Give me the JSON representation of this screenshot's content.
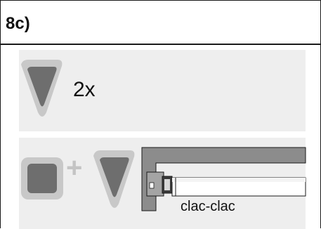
{
  "step": {
    "label": "8c)"
  },
  "panel_press": {
    "icon": "down-triangle-button-icon",
    "count": "2x"
  },
  "panel_combo": {
    "icon_stop": "stop-square-button-icon",
    "plus": "+",
    "icon_down": "down-triangle-button-icon",
    "illustration": "roller-tube-motor-bracket-icon",
    "sound": "clac-clac"
  },
  "colors": {
    "panel_bg": "#eeeeee",
    "button_dark": "#6e6e6e",
    "button_ring": "#c8c8c8",
    "frame": "#1a1a1a"
  }
}
